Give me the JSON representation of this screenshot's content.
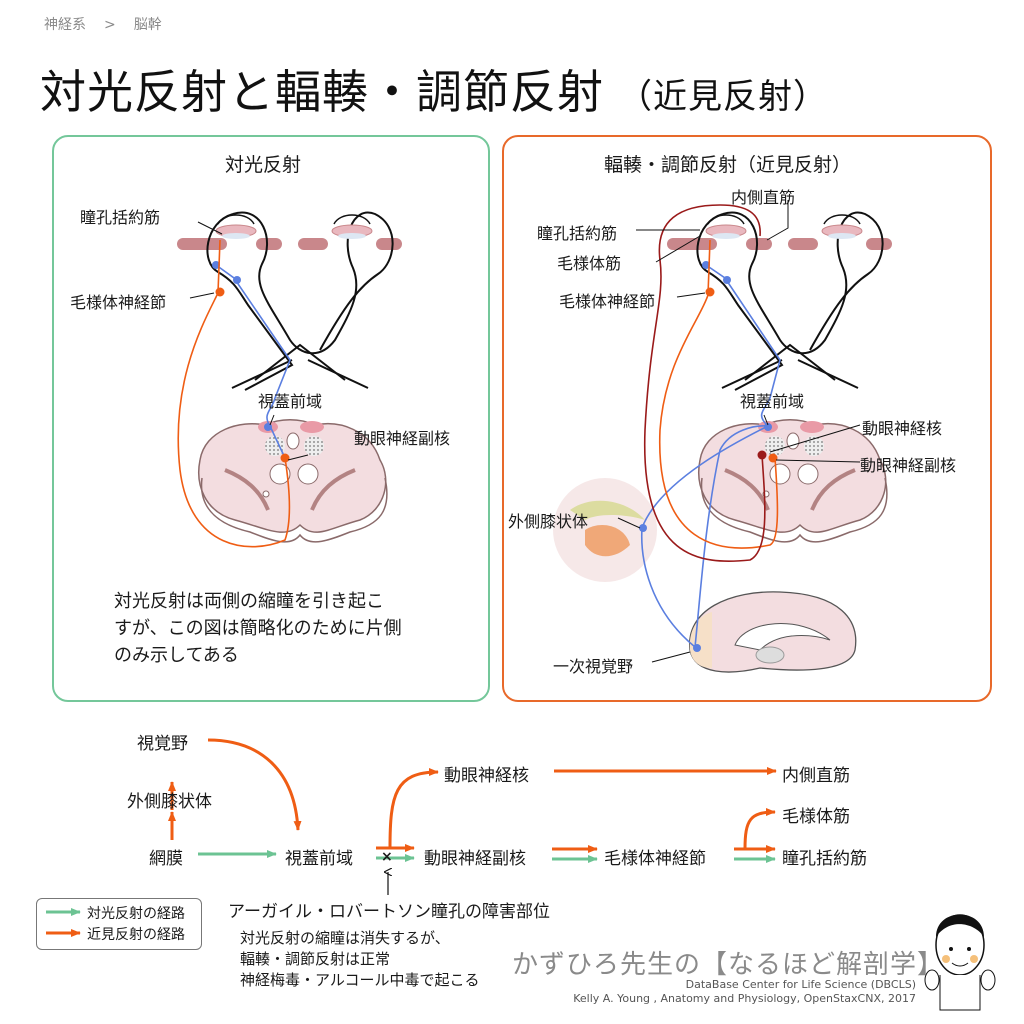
{
  "breadcrumb": {
    "items": [
      "神経系",
      ">",
      "脳幹"
    ]
  },
  "title": {
    "main": "対光反射と輻輳・調節反射",
    "sub": "（近見反射）"
  },
  "left_panel": {
    "title": "対光反射",
    "labels": {
      "sphincter": "瞳孔括約筋",
      "ciliary_ganglion": "毛様体神経節",
      "pretectal": "視蓋前域",
      "edinger_westphal": "動眼神経副核"
    },
    "note": [
      "対光反射は両側の縮瞳を引き起こ",
      "すが、この図は簡略化のために片側",
      "のみ示してある"
    ]
  },
  "right_panel": {
    "title": "輻輳・調節反射（近見反射）",
    "labels": {
      "medial_rectus": "内側直筋",
      "sphincter": "瞳孔括約筋",
      "ciliary_muscle": "毛様体筋",
      "ciliary_ganglion": "毛様体神経節",
      "pretectal": "視蓋前域",
      "oculomotor_nucleus": "動眼神経核",
      "edinger_westphal": "動眼神経副核",
      "lgn": "外側膝状体",
      "v1": "一次視覚野"
    }
  },
  "flow": {
    "nodes": {
      "visual_cortex": "視覚野",
      "lgn": "外側膝状体",
      "retina": "網膜",
      "pretectal": "視蓋前域",
      "oculomotor_nucleus": "動眼神経核",
      "edinger_westphal": "動眼神経副核",
      "ciliary_ganglion": "毛様体神経節",
      "medial_rectus": "内側直筋",
      "ciliary_muscle": "毛様体筋",
      "sphincter": "瞳孔括約筋"
    },
    "lesion_mark": "×",
    "lesion_label": "アーガイル・ロバートソン瞳孔の障害部位",
    "lesion_note": [
      "対光反射の縮瞳は消失するが、",
      "輻輳・調節反射は正常",
      "神経梅毒・アルコール中毒で起こる"
    ]
  },
  "legend": {
    "items": [
      {
        "label": "対光反射の経路",
        "color": "#6cc393"
      },
      {
        "label": "近見反射の経路",
        "color": "#ef5d14"
      }
    ]
  },
  "footer": {
    "brand": "かずひろ先生の【なるほど解剖学】",
    "credit1": "DataBase Center for Life Science (DBCLS)",
    "credit2": "Kelly A. Young , Anatomy and Physiology, OpenStaxCNX, 2017"
  },
  "colors": {
    "green": "#6cc393",
    "orange": "#ef5d14",
    "blue": "#5b7fe0",
    "darkred": "#9a1a1a",
    "pink": "#f3dde0"
  }
}
